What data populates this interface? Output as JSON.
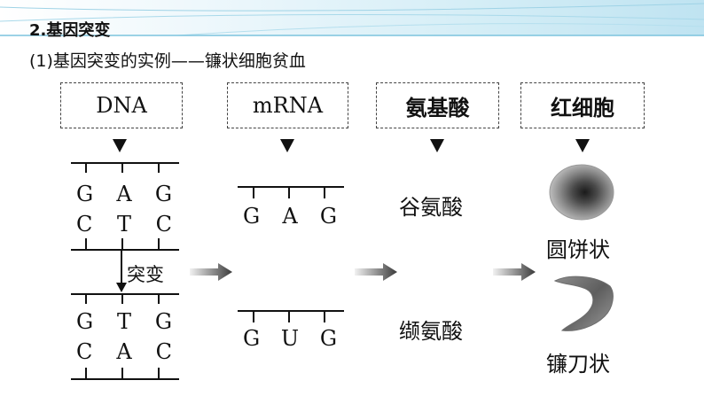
{
  "section_title": "2.基因突变",
  "subtitle": "(1)基因突变的实例——镰状细胞贫血",
  "columns": [
    {
      "label": "DNA"
    },
    {
      "label": "mRNA"
    },
    {
      "label": "氨基酸"
    },
    {
      "label": "红细胞"
    }
  ],
  "dna": {
    "normal_top": [
      "G",
      "A",
      "G"
    ],
    "normal_bottom": [
      "C",
      "T",
      "C"
    ],
    "mutant_top": [
      "G",
      "T",
      "G"
    ],
    "mutant_bottom": [
      "C",
      "A",
      "C"
    ],
    "mutation_label": "突变"
  },
  "mrna": {
    "normal": [
      "G",
      "A",
      "G"
    ],
    "mutant": [
      "G",
      "U",
      "G"
    ]
  },
  "amino_acid": {
    "normal": "谷氨酸",
    "mutant": "缬氨酸"
  },
  "red_cell": {
    "normal": "圆饼状",
    "mutant": "镰刀状"
  }
}
